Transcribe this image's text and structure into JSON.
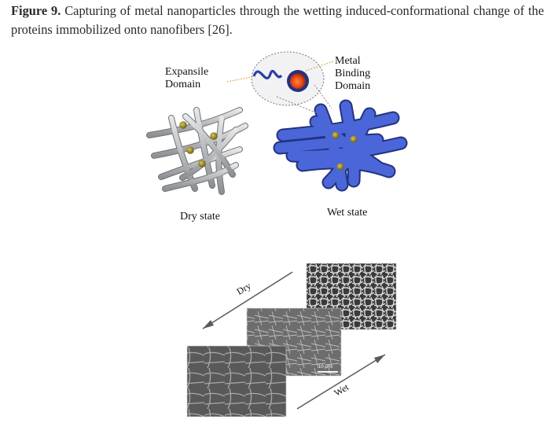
{
  "caption": {
    "label": "Figure 9.",
    "text": "Capturing of metal nanoparticles through the wetting induced-conformational change of the proteins immobilized onto nanofibers [26]."
  },
  "top_panel": {
    "expansile_domain_line1": "Expansile",
    "expansile_domain_line2": "Domain",
    "metal_binding_line1": "Metal",
    "metal_binding_line2": "Binding",
    "metal_binding_line3": "Domain",
    "dry_state": "Dry state",
    "wet_state": "Wet state"
  },
  "bottom_panel": {
    "dry_arrow_label": "Dry",
    "wet_arrow_label": "Wet",
    "scale_bar": "10 μm"
  },
  "colors": {
    "dry_fiber": "#a9abad",
    "wet_fiber": "#3e59c6",
    "nanoparticle": "#9a8a2c",
    "metal_domain": "#e8501a"
  }
}
